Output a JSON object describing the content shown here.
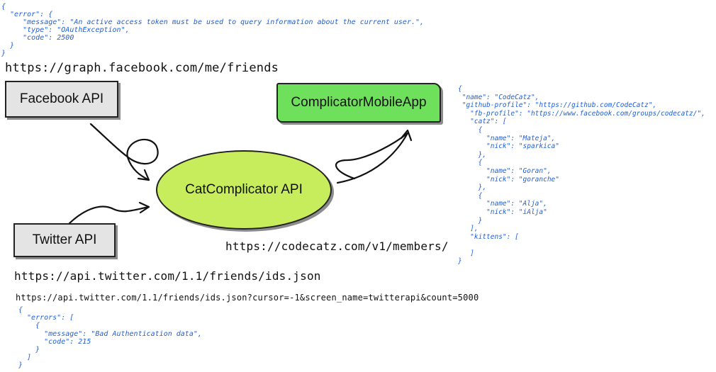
{
  "facebook_error": {
    "code_lines": [
      "{",
      "  \"error\": {",
      "     \"message\": \"An active access token must be used to query information about the current user.\",",
      "     \"type\": \"OAuthException\",",
      "     \"code\": 2500",
      "  }",
      "}"
    ]
  },
  "urls": {
    "facebook": "https://graph.facebook.com/me/friends",
    "codecatz": "https://codecatz.com/v1/members/",
    "twitter_short": "https://api.twitter.com/1.1/friends/ids.json",
    "twitter_full": "https://api.twitter.com/1.1/friends/ids.json?cursor=-1&screen_name=twitterapi&count=5000"
  },
  "nodes": {
    "facebook_api": "Facebook API",
    "twitter_api": "Twitter API",
    "catcomplicator_api": "CatComplicator API",
    "mobile_app": "ComplicatorMobileApp"
  },
  "members_response": {
    "code_lines": [
      "{",
      " \"name\": \"CodeCatz\",",
      " \"github-profile\": \"https://github.com/CodeCatz\",",
      "   \"fb-profile\": \"https://www.facebook.com/groups/codecatz/\",",
      "   \"catz\": [",
      "     {",
      "       \"name\": \"Mateja\",",
      "       \"nick\": \"sparkica\"",
      "     },",
      "     {",
      "       \"name\": \"Goran\",",
      "       \"nick\": \"goranche\"",
      "     },",
      "     {",
      "       \"name\": \"Alja\",",
      "       \"nick\": \"iAlja\"",
      "     }",
      "   ],",
      "   \"kittens\": [",
      "",
      "   ]",
      "}"
    ]
  },
  "twitter_error": {
    "code_lines": [
      "{",
      "  \"errors\": [",
      "    {",
      "      \"message\": \"Bad Authentication data\",",
      "      \"code\": 215",
      "    }",
      "  ]",
      "}"
    ]
  },
  "colors": {
    "code_text": "#1f5fd6",
    "gray_box": "#e4e4e4",
    "green_box": "#6fe05c",
    "ellipse": "#c7ec5c"
  }
}
